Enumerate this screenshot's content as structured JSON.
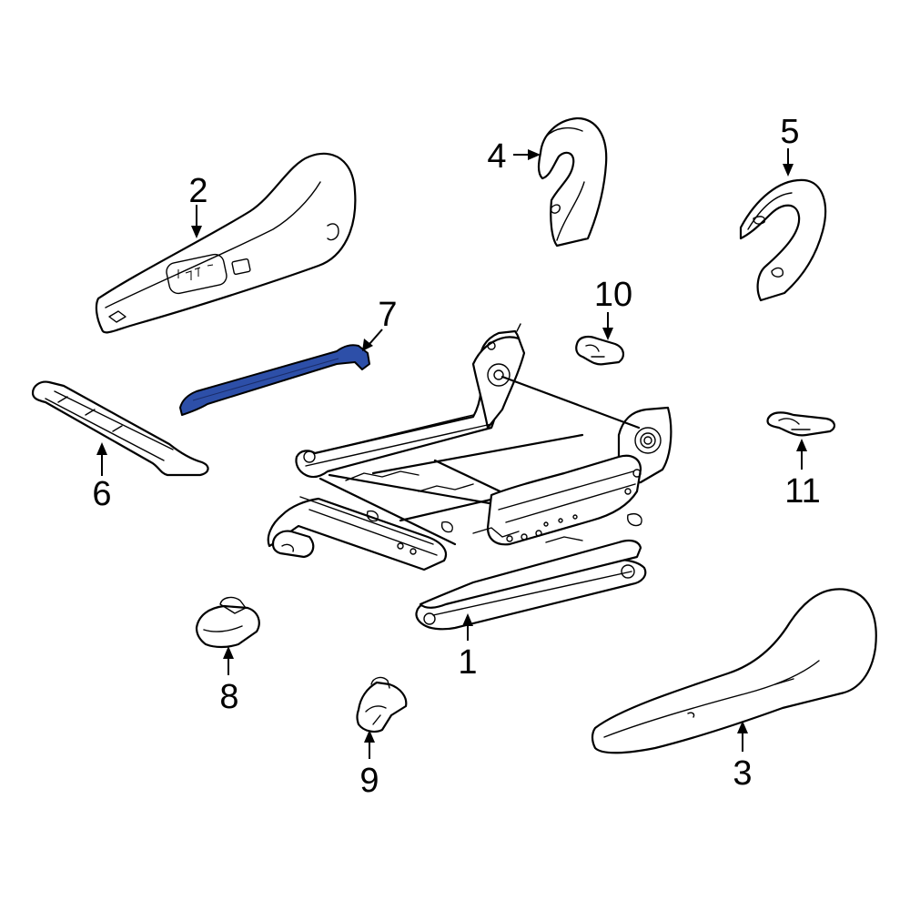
{
  "colors": {
    "background": "#ffffff",
    "line": "#000000",
    "highlight": "#2d4fa8"
  },
  "highlighted_part": "7",
  "callouts": {
    "c1": "1",
    "c2": "2",
    "c3": "3",
    "c4": "4",
    "c5": "5",
    "c6": "6",
    "c7": "7",
    "c8": "8",
    "c9": "9",
    "c10": "10",
    "c11": "11"
  }
}
